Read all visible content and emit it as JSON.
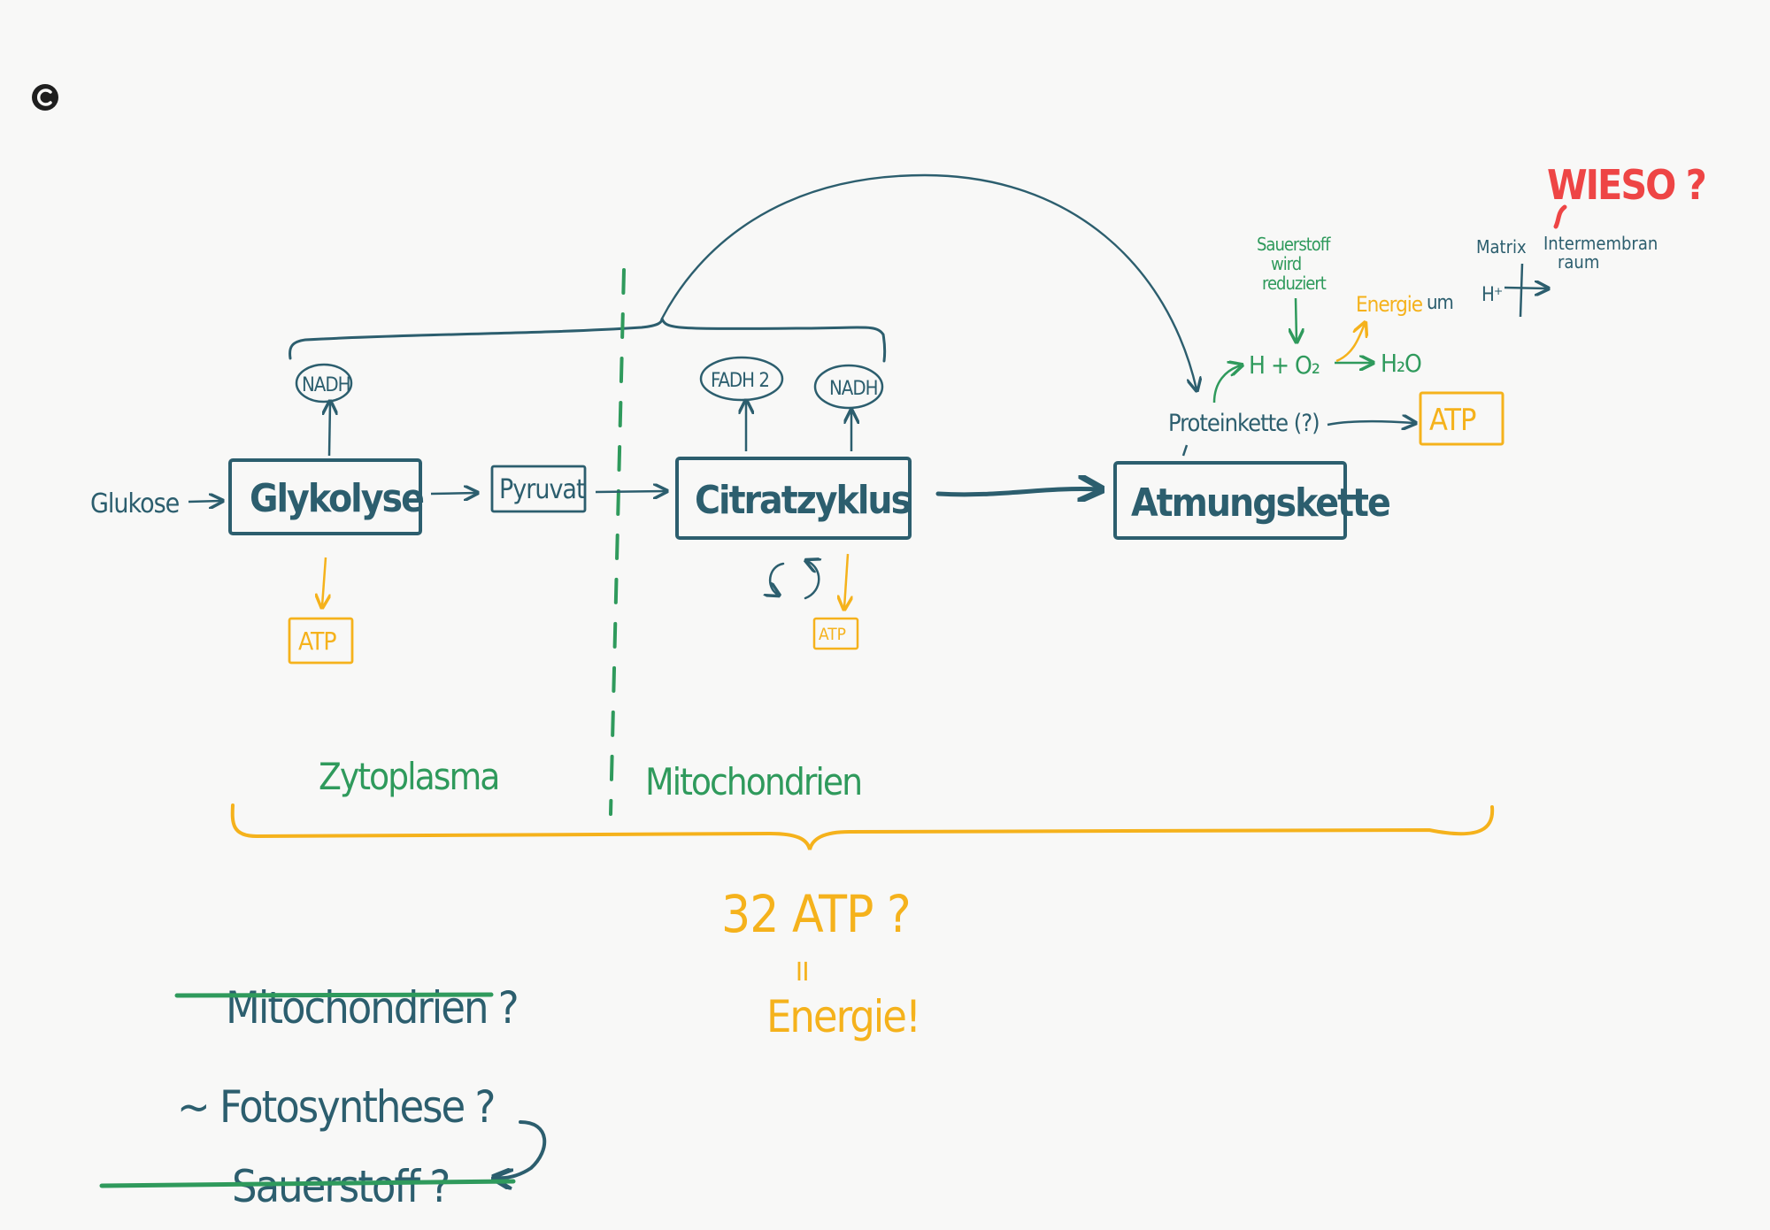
{
  "colors": {
    "blue": "#2c5e6e",
    "green": "#2f9a5c",
    "yellow": "#f5b21c",
    "red": "#ee4545"
  },
  "icons": {
    "app_logo": "app-logo-icon"
  },
  "nodes": {
    "glukose": "Glukose",
    "glykolyse": "Glykolyse",
    "pyruvat": "Pyruvat",
    "citratzyklus": "Citratzyklus",
    "atmungskette": "Atmungskette",
    "nadh_1": "NADH",
    "fadh2": "FADH 2",
    "nadh_2": "NADH",
    "atp_1": "ATP",
    "atp_2": "ATP",
    "atp_3": "ATP",
    "proteinkette": "Proteinkette (?)",
    "h_o2": "H + O₂",
    "h2o": "H₂O",
    "sauerstoff_note": [
      "Sauerstoff",
      "wird",
      "reduziert"
    ],
    "energie_um": [
      "Energie",
      "um"
    ],
    "h_plus": "H⁺",
    "matrix": "Matrix",
    "intermembran": [
      "Intermembran",
      "raum"
    ],
    "wieso": "WIESO ?"
  },
  "regions": {
    "zytoplasma": "Zytoplasma",
    "mitochondrien": "Mitochondrien"
  },
  "summary": {
    "total": "32 ATP ?",
    "equals": "॥",
    "energie": "Energie!"
  },
  "questions": {
    "q1": "Mitochondrien ?",
    "q2": "~ Fotosynthese ?",
    "q3": "Sauerstoff ?"
  }
}
